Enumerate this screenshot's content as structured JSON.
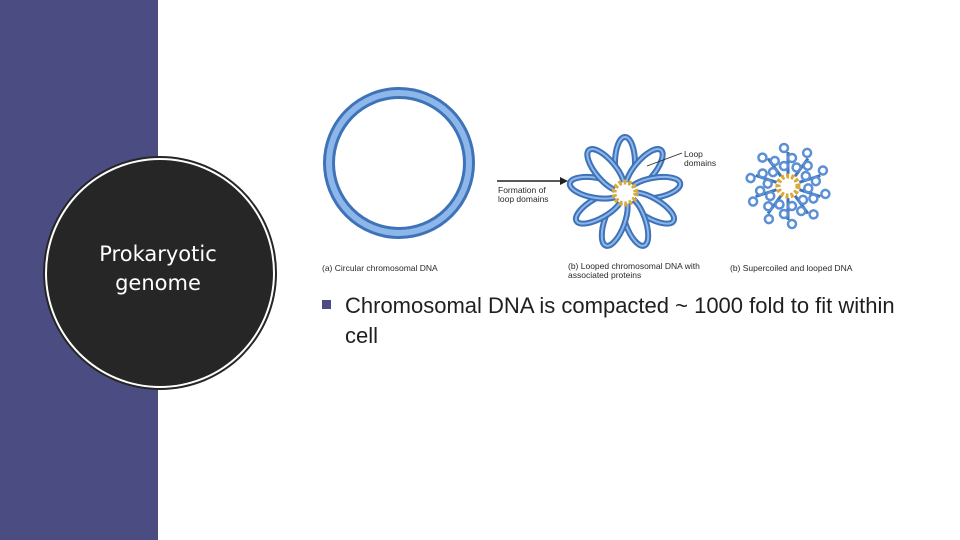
{
  "slide": {
    "title": "Prokaryotic\ngenome",
    "colors": {
      "side_band": "#4b4d82",
      "title_circle": "#262626",
      "dna_blue": "#5b8fd6",
      "protein_core": "#d9a93a"
    }
  },
  "figure": {
    "arrow_label": "Formation of\nloop domains",
    "callout_label": "Loop\ndomains",
    "panels": [
      {
        "caption": "(a) Circular chromosomal DNA"
      },
      {
        "caption": "(b) Looped chromosomal DNA with\nassociated proteins"
      },
      {
        "caption": "(b) Supercoiled and looped DNA"
      }
    ]
  },
  "bullets": [
    {
      "text": "Chromosomal DNA is compacted ~ 1000 fold to fit within cell"
    }
  ]
}
